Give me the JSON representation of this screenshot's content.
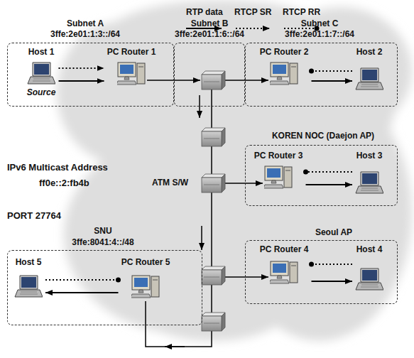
{
  "diagram": {
    "nodes": [
      {
        "text": [
          "Subnet A",
          "3ffe:2e01:1:3::/64"
        ]
      },
      {
        "text": [
          "Host 1",
          "Source"
        ],
        "in": 0
      },
      {
        "text": [
          "PC Router 1"
        ],
        "in": 0
      },
      {
        "text": [
          "Subnet B",
          "3ffe:2e01:1:6::/64"
        ]
      },
      {
        "text": [
          "Subnet C",
          "3ffe:2e01:1:7::/64"
        ]
      },
      {
        "text": [
          "PC Router 2"
        ],
        "in": 4
      },
      {
        "text": [
          "Host 2"
        ],
        "in": 4
      },
      {
        "text": [
          "KOREN NOC (Daejon AP)"
        ]
      },
      {
        "text": [
          "PC Router 3"
        ],
        "in": 7
      },
      {
        "text": [
          "Host 3"
        ],
        "in": 7
      },
      {
        "text": [
          "SNU",
          "3ffe:8041:4::/48"
        ]
      },
      {
        "text": [
          "Host 5"
        ],
        "in": 10
      },
      {
        "text": [
          "PC Router 5"
        ],
        "in": 10
      },
      {
        "text": [
          "Seoul AP"
        ]
      },
      {
        "text": [
          "PC Router 4"
        ],
        "in": 13
      },
      {
        "text": [
          "Host 4"
        ],
        "in": 13
      }
    ],
    "edges": [
      {
        "from": 1,
        "to": 2,
        "arrow": "to"
      },
      {
        "from": 1,
        "to": 2,
        "arrow": "to"
      },
      {
        "from": 5,
        "to": 6,
        "arrow": "to"
      },
      {
        "from": 6,
        "to": 5,
        "arrow": "to"
      },
      {
        "from": 8,
        "to": 9,
        "arrow": "to"
      },
      {
        "from": 9,
        "to": 8,
        "arrow": "to"
      },
      {
        "from": 14,
        "to": 15,
        "arrow": "to"
      },
      {
        "from": 15,
        "to": 14,
        "arrow": "to"
      },
      {
        "from": 12,
        "to": 11,
        "arrow": "to"
      },
      {
        "from": 11,
        "to": 12,
        "arrow": "to"
      }
    ],
    "labels": [
      "IPv6 Multicast Address",
      "ff0e::2:fb4b",
      "PORT 27764",
      "ATM S/W"
    ],
    "legend": [
      {
        "text": "RTP data"
      },
      {
        "text": "RTCP SR"
      },
      {
        "text": "RTCP RR"
      }
    ]
  }
}
